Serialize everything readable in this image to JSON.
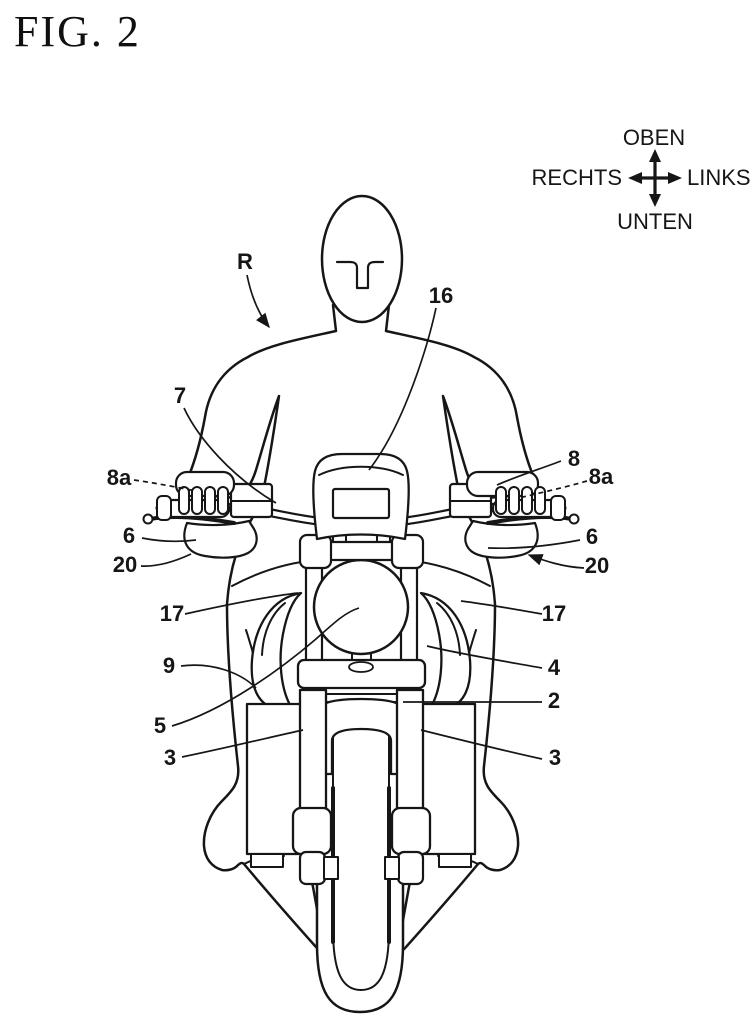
{
  "figure": {
    "title": "FIG. 2"
  },
  "compass": {
    "up": "OBEN",
    "down": "UNTEN",
    "left_label": "RECHTS",
    "right_label": "LINKS"
  },
  "colors": {
    "ink": "#161616",
    "paper": "#ffffff"
  },
  "reference_labels": [
    {
      "id": "rider",
      "text": "R"
    },
    {
      "id": "meter-16",
      "text": "16"
    },
    {
      "id": "handlebar-7",
      "text": "7"
    },
    {
      "id": "grip-8a-left",
      "text": "8a"
    },
    {
      "id": "grip-8-right",
      "text": "8"
    },
    {
      "id": "grip-8a-right",
      "text": "8a"
    },
    {
      "id": "part-6-left",
      "text": "6"
    },
    {
      "id": "part-20-left",
      "text": "20"
    },
    {
      "id": "part-6-right",
      "text": "6"
    },
    {
      "id": "part-20-right",
      "text": "20"
    },
    {
      "id": "shroud-17-left",
      "text": "17"
    },
    {
      "id": "shroud-17-right",
      "text": "17"
    },
    {
      "id": "part-9",
      "text": "9"
    },
    {
      "id": "part-4",
      "text": "4"
    },
    {
      "id": "headlight-5",
      "text": "5"
    },
    {
      "id": "fender-2",
      "text": "2"
    },
    {
      "id": "part-3-left",
      "text": "3"
    },
    {
      "id": "part-3-right",
      "text": "3"
    }
  ]
}
